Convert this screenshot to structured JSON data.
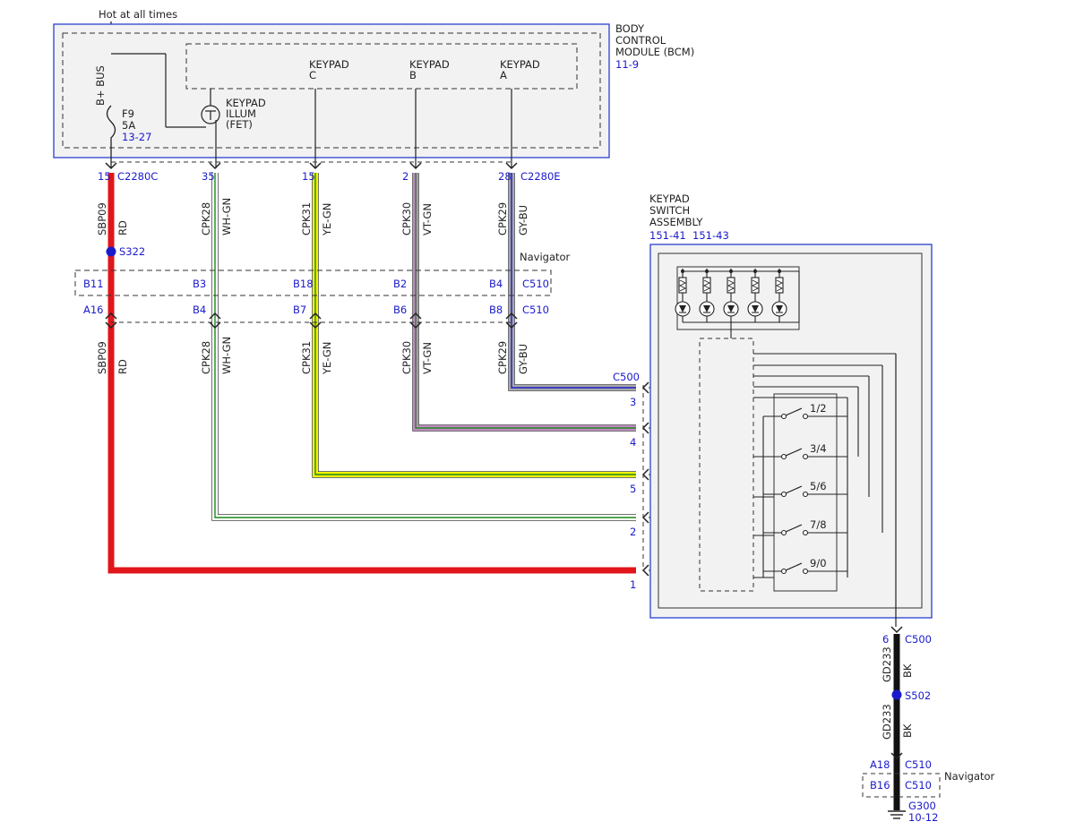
{
  "power": {
    "hot_label": "Hot at all times",
    "bplus": "B+ BUS",
    "fuse_id": "F9",
    "fuse_rating": "5A",
    "fuse_ref": "13-27"
  },
  "bcm": {
    "title_lines": [
      "BODY",
      "CONTROL",
      "MODULE (BCM)"
    ],
    "ref": "11-9",
    "illum_lines": [
      "KEYPAD",
      "ILLUM",
      "(FET)"
    ],
    "keypad_c_lines": [
      "KEYPAD",
      "C"
    ],
    "keypad_b_lines": [
      "KEYPAD",
      "B"
    ],
    "keypad_a_lines": [
      "KEYPAD",
      "A"
    ],
    "left_connector": "C2280C",
    "right_connector": "C2280E"
  },
  "wires": [
    {
      "pin": "15",
      "circuit": "SBP09",
      "color_code": "RD",
      "color": "#e0161a",
      "c510_upper": "B11",
      "c510_lower": "A16",
      "c500_pin": "1"
    },
    {
      "pin": "35",
      "circuit": "CPK28",
      "color_code": "WH-GN",
      "color": "#ffffff",
      "stripe": "#1c8a1c",
      "c510_upper": "B3",
      "c510_lower": "B4",
      "c500_pin": "2"
    },
    {
      "pin": "15",
      "circuit": "CPK31",
      "color_code": "YE-GN",
      "color": "#f2f200",
      "stripe": "#1c8a1c",
      "c510_upper": "B18",
      "c510_lower": "B7",
      "c500_pin": "5"
    },
    {
      "pin": "2",
      "circuit": "CPK30",
      "color_code": "VT-GN",
      "color": "#c08ac4",
      "stripe": "#1c8a1c",
      "c510_upper": "B2",
      "c510_lower": "B6",
      "c500_pin": "4"
    },
    {
      "pin": "28",
      "circuit": "CPK29",
      "color_code": "GY-BU",
      "color": "#a8a8a8",
      "stripe": "#1a1acc",
      "c510_upper": "B4",
      "c510_lower": "B8",
      "c500_pin": "3"
    }
  ],
  "splice_top": "S322",
  "c510": {
    "label": "C510",
    "navigator": "Navigator"
  },
  "keypad_assembly": {
    "title_lines": [
      "KEYPAD",
      "SWITCH",
      "ASSEMBLY"
    ],
    "refs": "151-41  151-43",
    "switches": [
      "1/2",
      "3/4",
      "5/6",
      "7/8",
      "9/0"
    ]
  },
  "c500": {
    "label": "C500"
  },
  "ground": {
    "c500_pin": "6",
    "c500_label": "C500",
    "circuit": "GD233",
    "color_code": "BK",
    "splice": "S502",
    "c510_upper_pin": "A18",
    "c510_lower_pin": "B16",
    "c510_label": "C510",
    "navigator": "Navigator",
    "ground_id": "G300",
    "ground_ref": "10-12"
  },
  "colors": {
    "label_blue": "#1a1acc",
    "module_fill": "#f2f2f2",
    "module_border": "#2a3fd0",
    "splice_dot": "#1a1acc"
  }
}
